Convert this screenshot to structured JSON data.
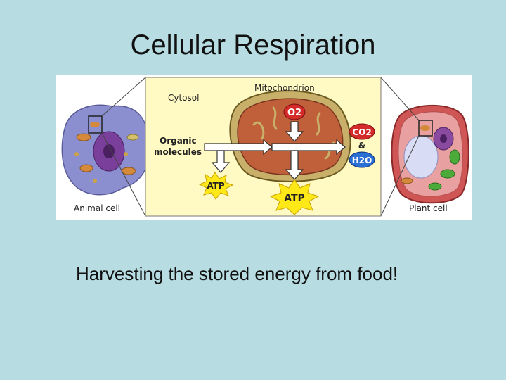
{
  "slide": {
    "title": "Cellular Respiration",
    "subtitle": "Harvesting the stored energy from food!"
  },
  "diagram": {
    "labels": {
      "cytosol": "Cytosol",
      "mitochondrion": "Mitochondrion",
      "organic_1": "Organic",
      "organic_2": "molecules",
      "o2": "O2",
      "co2": "CO2",
      "amp": "&",
      "h2o": "H2O",
      "atp_small": "ATP",
      "atp_large": "ATP",
      "animal_cell": "Animal cell",
      "plant_cell": "Plant cell"
    },
    "colors": {
      "background": "#b7dde3",
      "cytosol_panel": "#fff9c4",
      "mitochondrion_outer": "#c8b06a",
      "mitochondrion_inner": "#c0603a",
      "atp_star": "#ffe817",
      "co2_badge": "#d42a2a",
      "o2_badge": "#d42a2a",
      "h2o_badge": "#2a6fd4"
    }
  }
}
